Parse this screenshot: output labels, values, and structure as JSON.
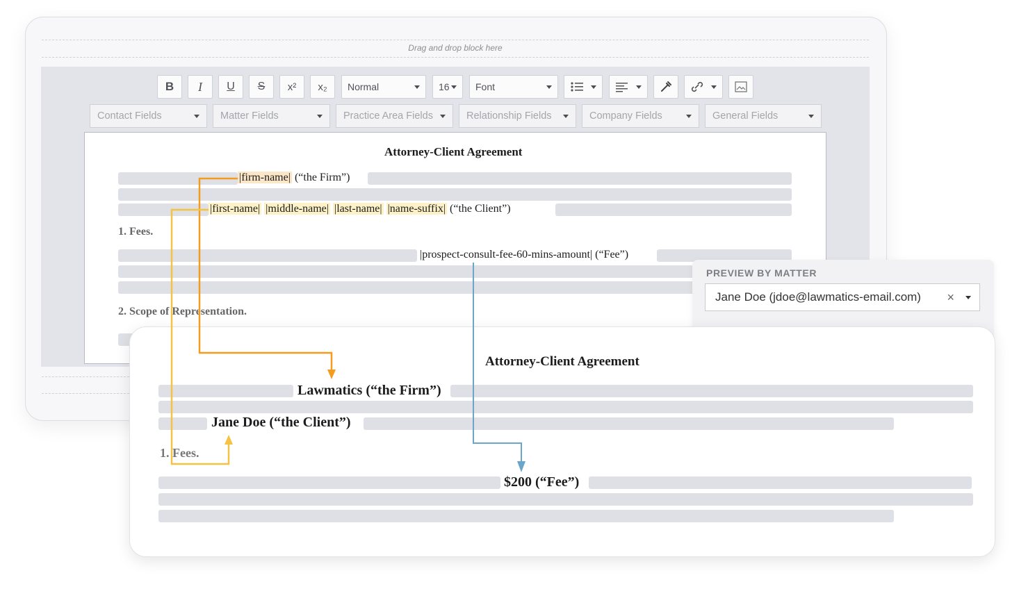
{
  "builder": {
    "drop_hint": "Drag and drop block here",
    "toolbar": {
      "bold": "B",
      "italic": "I",
      "underline": "U",
      "strike": "S",
      "superscript": "x²",
      "subscript": "x₂",
      "style_value": "Normal",
      "size_value": "16",
      "font_value": "Font"
    },
    "field_dropdowns": [
      "Contact Fields",
      "Matter Fields",
      "Practice Area Fields",
      "Relationship Fields",
      "Company Fields",
      "General Fields"
    ]
  },
  "template_doc": {
    "title": "Attorney-Client Agreement",
    "firm_tag": "|firm-name|",
    "firm_suffix": "(“the Firm”)",
    "client_tags": [
      "|first-name|",
      "|middle-name|",
      "|last-name|",
      "|name-suffix|"
    ],
    "client_suffix": "(“the Client”)",
    "section1": "1. Fees.",
    "fee_tag": "|prospect-consult-fee-60-mins-amount|",
    "fee_suffix": "(“Fee”)",
    "section2": "2. Scope of Representation."
  },
  "preview_panel": {
    "label": "PREVIEW BY MATTER",
    "selected_matter": "Jane Doe (jdoe@lawmatics-email.com)",
    "clear_symbol": "×"
  },
  "preview_doc": {
    "title": "Attorney-Client Agreement",
    "firm_line": "Lawmatics (“the Firm”)",
    "client_line": "Jane Doe (“the Client”)",
    "section1": "1. Fees.",
    "fee_line": "$200 (“Fee”)"
  },
  "colors": {
    "firm_arrow": "#f39c1f",
    "client_arrow": "#f6c244",
    "fee_arrow": "#6aa6c9"
  }
}
